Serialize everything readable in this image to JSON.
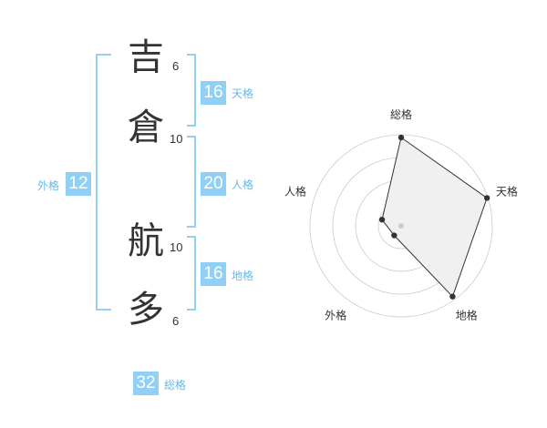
{
  "name_chars": [
    {
      "char": "吉",
      "strokes": "6"
    },
    {
      "char": "倉",
      "strokes": "10"
    },
    {
      "char": "航",
      "strokes": "10"
    },
    {
      "char": "多",
      "strokes": "6"
    }
  ],
  "kaku": {
    "tenkaku": {
      "value": "16",
      "label": "天格"
    },
    "jinkaku": {
      "value": "20",
      "label": "人格"
    },
    "chikaku": {
      "value": "16",
      "label": "地格"
    },
    "gaikaku": {
      "value": "12",
      "label": "外格"
    },
    "soukaku": {
      "value": "32",
      "label": "総格"
    }
  },
  "colors": {
    "accent": "#8fd0f4",
    "accent_text": "#66b8e6",
    "bracket": "#8fd0f4",
    "text": "#333333",
    "radar_fill": "#f0f0f0",
    "radar_grid": "#cccccc"
  },
  "chart_data": {
    "type": "radar",
    "axes": [
      "総格",
      "天格",
      "地格",
      "外格",
      "人格"
    ],
    "values": [
      0.97,
      0.99,
      0.96,
      0.13,
      0.22
    ],
    "rlim": [
      0,
      1
    ],
    "rings": 4,
    "grid": true
  }
}
